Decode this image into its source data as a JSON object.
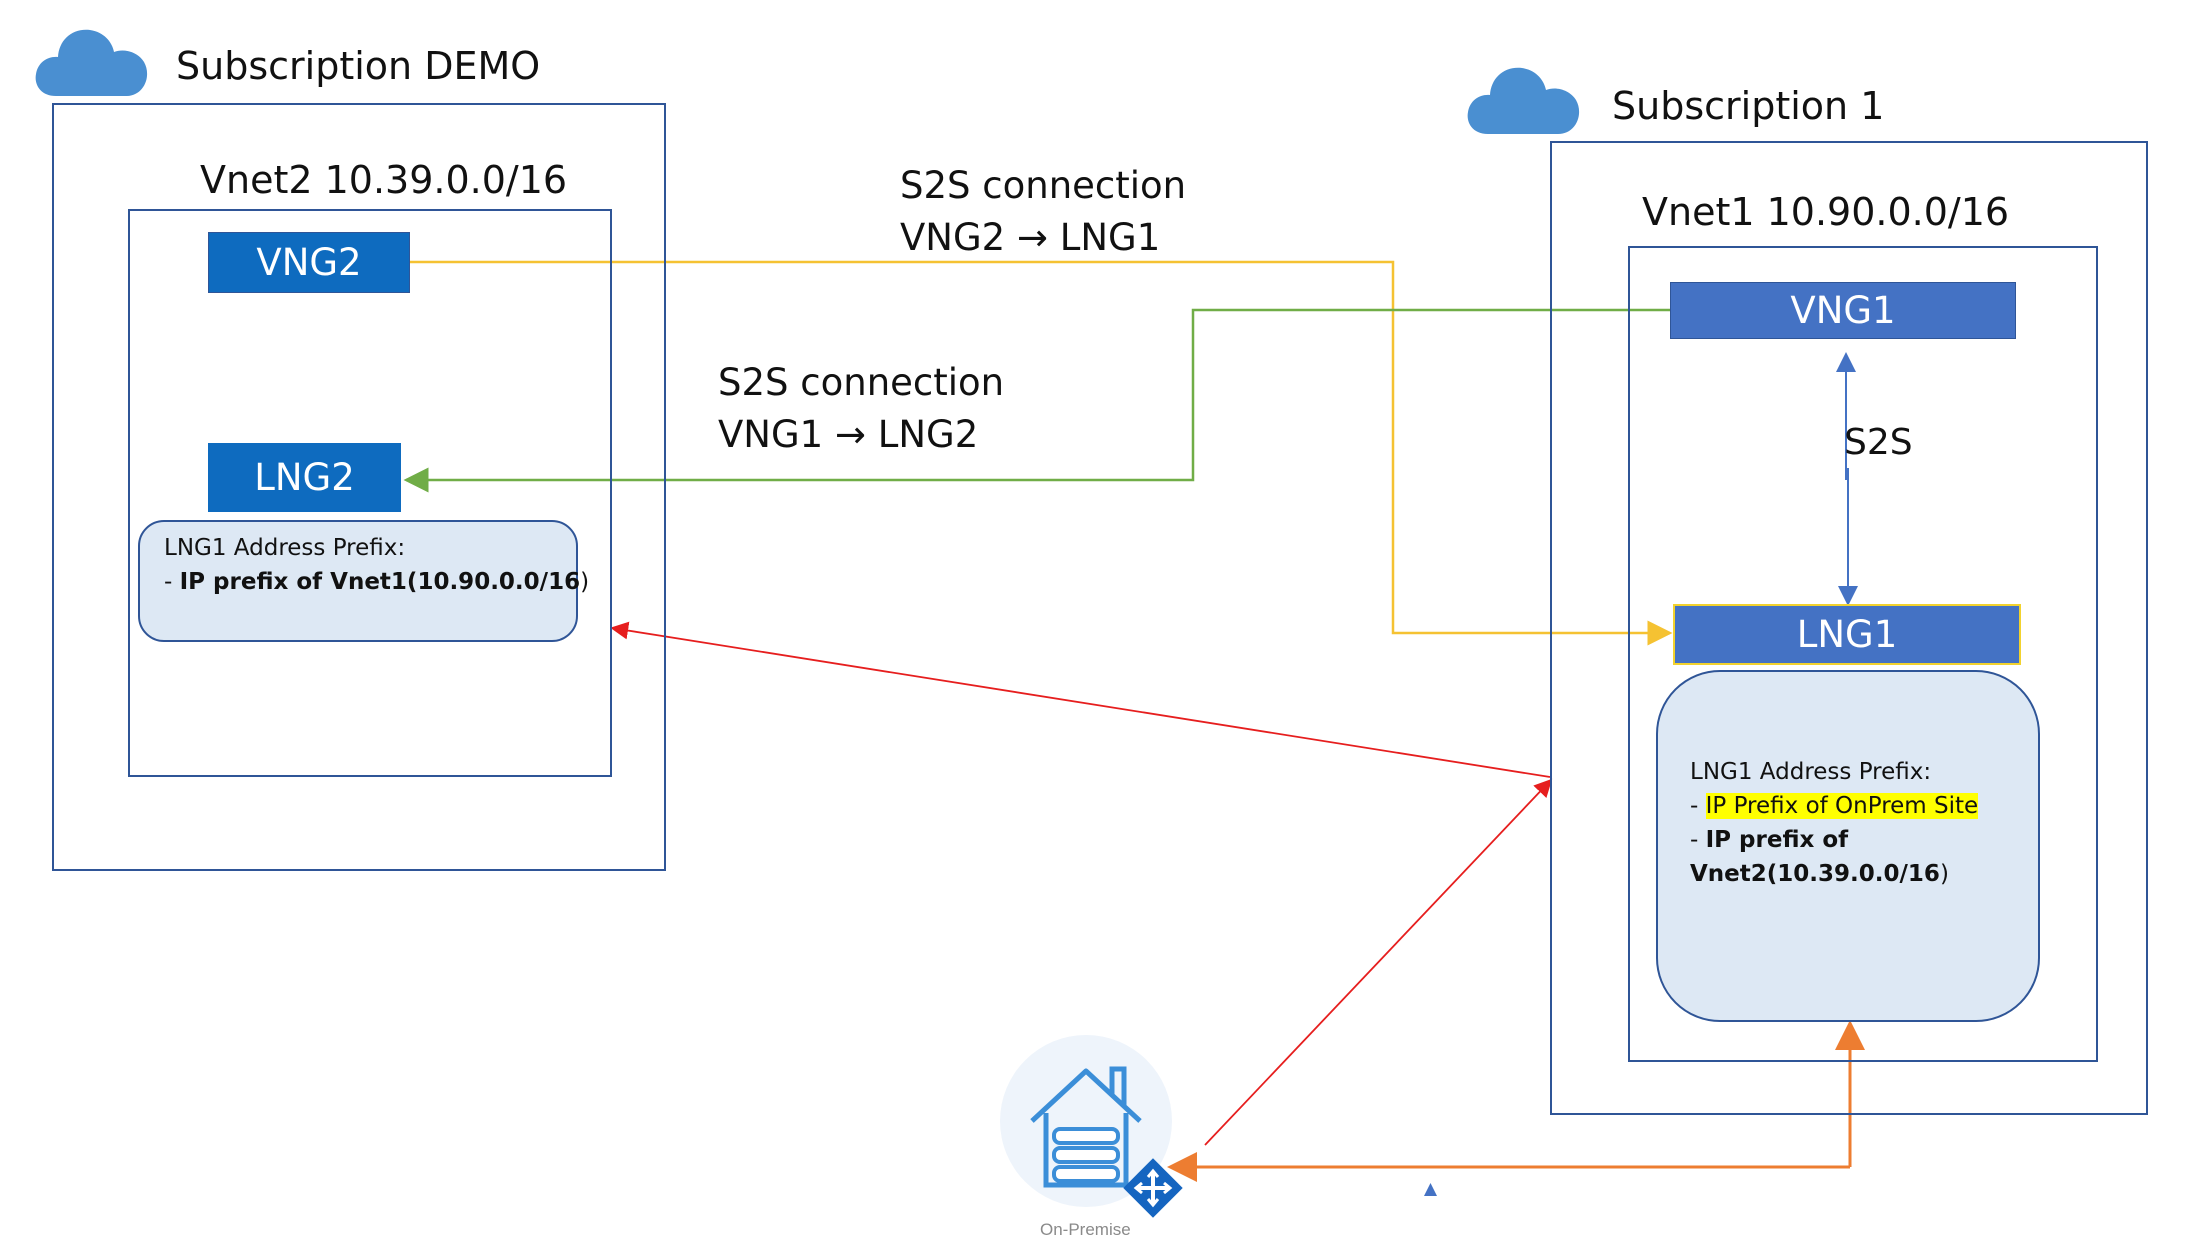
{
  "subscriptions": {
    "demo": {
      "title": "Subscription DEMO",
      "vnet": "Vnet2 10.39.0.0/16"
    },
    "one": {
      "title": "Subscription 1",
      "vnet": "Vnet1 10.90.0.0/16"
    }
  },
  "gateways": {
    "vng2": "VNG2",
    "lng2": "LNG2",
    "vng1": "VNG1",
    "lng1": "LNG1"
  },
  "notes": {
    "lng2_prefix": {
      "heading": "LNG1 Address Prefix:",
      "dash": "- ",
      "item": "IP prefix of Vnet1(10.90.0.0/16",
      "close": ")"
    },
    "lng1_prefix": {
      "heading": "LNG1 Address Prefix:",
      "dash1": "- ",
      "item1": "IP Prefix of OnPrem Site",
      "dash2": "- ",
      "item2a": "IP prefix of",
      "item2b": "Vnet2(10.39.0.0/16",
      "close": ")"
    }
  },
  "connections": {
    "top": {
      "line1": "S2S connection",
      "line2": "VNG2 → LNG1"
    },
    "middle": {
      "line1": "S2S connection",
      "line2": "VNG1 → LNG2"
    },
    "local": "S2S"
  },
  "onprem": {
    "caption": "On-Premise"
  },
  "colors": {
    "gateway_fill": "#0e6bbf",
    "gateway_fill_sub1": "#4472c4",
    "box_border": "#2f5597",
    "note_fill": "#dde8f4",
    "link_yellow": "#f5c232",
    "link_green": "#70ad47",
    "link_red": "#e61e1e",
    "link_orange": "#ed7d31",
    "link_blue": "#4472c4",
    "highlight": "#ffff00",
    "cloud": "#4a8fd1"
  }
}
